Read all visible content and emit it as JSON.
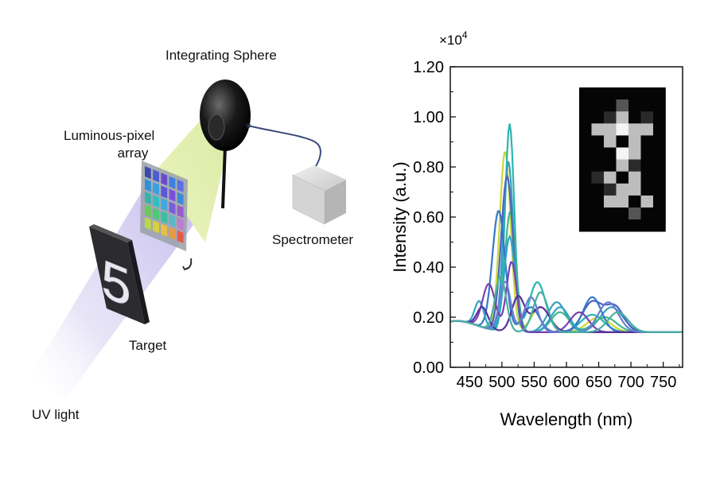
{
  "schematic": {
    "labels": {
      "integrating_sphere": "Integrating Sphere",
      "luminous_pixel_line1": "Luminous-pixel",
      "luminous_pixel_line2": "array",
      "spectrometer": "Spectrometer",
      "target": "Target",
      "uv_light": "UV light",
      "target_glyph": "5"
    },
    "pixel_colors": [
      [
        "#3b4aa8",
        "#4b5fd0",
        "#6a4bd0",
        "#3f7fe0",
        "#5a6fe8"
      ],
      [
        "#2f8fd8",
        "#3aa0e0",
        "#5a58d8",
        "#7a4fe0",
        "#3c8ad8"
      ],
      [
        "#36b3a8",
        "#2ec0c0",
        "#3ea8e0",
        "#7a5ed8",
        "#9a5ad0"
      ],
      [
        "#6ac85a",
        "#4fc878",
        "#38c0a0",
        "#58b8c8",
        "#c07ad0"
      ],
      [
        "#b8d84a",
        "#d8d040",
        "#e8c040",
        "#e89a40",
        "#e85a48"
      ]
    ]
  },
  "chart_data": {
    "type": "line",
    "xlabel": "Wavelength (nm)",
    "ylabel": "Intensity (a.u.)",
    "multiplier": "×10",
    "multiplier_exp": "4",
    "xlim": [
      420,
      780
    ],
    "ylim": [
      0,
      1.2
    ],
    "xticks": [
      450,
      500,
      550,
      600,
      650,
      700,
      750
    ],
    "yticks": [
      0.0,
      0.2,
      0.4,
      0.6,
      0.8,
      1.0,
      1.2
    ],
    "ytick_labels": [
      "0.00",
      "0.20",
      "0.40",
      "0.60",
      "0.80",
      "1.00",
      "1.20"
    ],
    "series": [
      {
        "color": "#c8d83a",
        "peaks": [
          [
            505,
            0.72,
            12
          ],
          [
            560,
            0.1,
            20
          ],
          [
            650,
            0.06,
            25
          ]
        ]
      },
      {
        "color": "#2ab5b0",
        "peaks": [
          [
            512,
            0.83,
            10
          ],
          [
            555,
            0.2,
            18
          ],
          [
            640,
            0.07,
            25
          ]
        ]
      },
      {
        "color": "#3a9fbf",
        "peaks": [
          [
            510,
            0.68,
            11
          ],
          [
            585,
            0.12,
            20
          ],
          [
            670,
            0.1,
            25
          ]
        ]
      },
      {
        "color": "#3fb890",
        "peaks": [
          [
            513,
            0.48,
            12
          ],
          [
            590,
            0.08,
            20
          ],
          [
            660,
            0.06,
            25
          ]
        ]
      },
      {
        "color": "#4e62c0",
        "peaks": [
          [
            508,
            0.62,
            13
          ],
          [
            640,
            0.12,
            22
          ],
          [
            675,
            0.1,
            20
          ]
        ]
      },
      {
        "color": "#3578c8",
        "peaks": [
          [
            495,
            0.48,
            14
          ],
          [
            545,
            0.1,
            18
          ],
          [
            640,
            0.14,
            20
          ]
        ]
      },
      {
        "color": "#2fa6c8",
        "peaks": [
          [
            512,
            0.38,
            12
          ],
          [
            465,
            0.1,
            10
          ],
          [
            590,
            0.1,
            20
          ]
        ]
      },
      {
        "color": "#7a3fb0",
        "peaks": [
          [
            515,
            0.28,
            11
          ],
          [
            480,
            0.18,
            14
          ],
          [
            620,
            0.08,
            20
          ]
        ]
      },
      {
        "color": "#5a2f9a",
        "peaks": [
          [
            525,
            0.14,
            14
          ],
          [
            470,
            0.08,
            12
          ],
          [
            560,
            0.1,
            20
          ]
        ]
      },
      {
        "color": "#6b7fd0",
        "peaks": [
          [
            505,
            0.2,
            12
          ],
          [
            545,
            0.14,
            15
          ],
          [
            665,
            0.12,
            22
          ]
        ]
      },
      {
        "color": "#48b0a0",
        "peaks": [
          [
            498,
            0.22,
            12
          ],
          [
            560,
            0.16,
            16
          ],
          [
            680,
            0.08,
            22
          ]
        ]
      }
    ],
    "inset_grid": [
      [
        0,
        0,
        0,
        0,
        0,
        0,
        0
      ],
      [
        0,
        0,
        0,
        2,
        0,
        0,
        0
      ],
      [
        0,
        0,
        1,
        3,
        0,
        1,
        0
      ],
      [
        0,
        3,
        3,
        4,
        3,
        3,
        0
      ],
      [
        0,
        0,
        3,
        0,
        3,
        0,
        0
      ],
      [
        0,
        0,
        0,
        4,
        3,
        0,
        0
      ],
      [
        0,
        0,
        0,
        3,
        1,
        0,
        0
      ],
      [
        0,
        1,
        3,
        0,
        3,
        0,
        0
      ],
      [
        0,
        0,
        1,
        3,
        3,
        0,
        0
      ],
      [
        0,
        0,
        3,
        3,
        0,
        3,
        0
      ],
      [
        0,
        0,
        0,
        0,
        2,
        0,
        0
      ],
      [
        0,
        0,
        0,
        0,
        0,
        0,
        0
      ]
    ]
  }
}
